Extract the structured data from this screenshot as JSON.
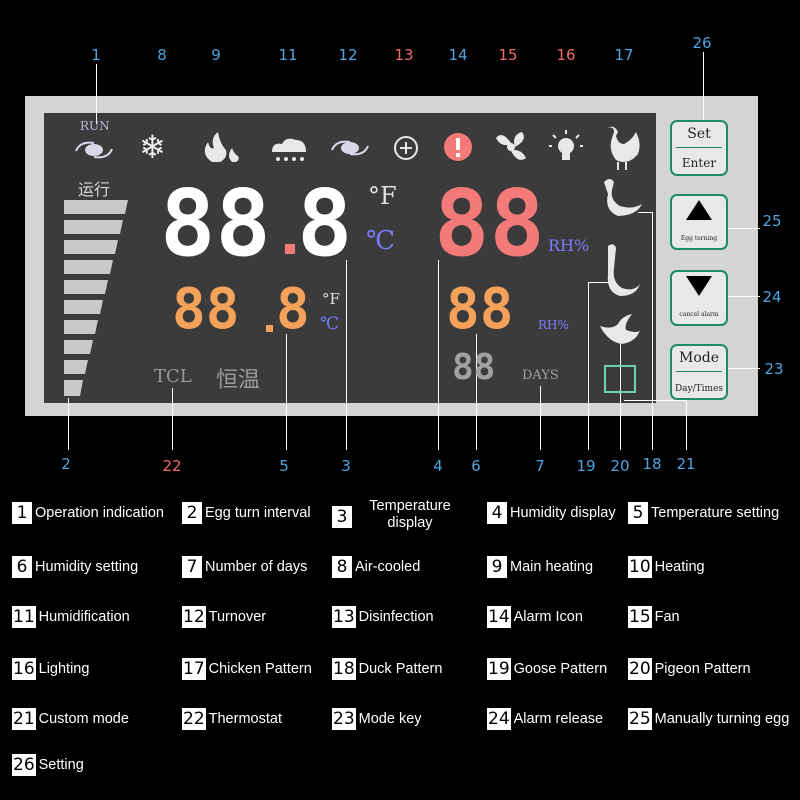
{
  "callouts": {
    "n1": "1",
    "n8": "8",
    "n9": "9",
    "n11": "11",
    "n12": "12",
    "n13": "13",
    "n14": "14",
    "n15": "15",
    "n16": "16",
    "n17": "17",
    "n26": "26",
    "n25": "25",
    "n24": "24",
    "n23": "23",
    "n2": "2",
    "n22": "22",
    "n5": "5",
    "n3": "3",
    "n4": "4",
    "n6": "6",
    "n7": "7",
    "n19": "19",
    "n20": "20",
    "n18": "18",
    "n21": "21"
  },
  "lcd": {
    "run_label": "RUN",
    "turn_label": "运行",
    "main_temp": "88",
    "main_temp_dec": "8",
    "temp_unit_f": "°F",
    "temp_unit_c": "℃",
    "main_hum": "88",
    "hum_unit": "RH%",
    "set_temp": "88",
    "set_temp_dec": "8",
    "set_temp_f": "°F",
    "set_temp_c": "℃",
    "set_hum": "88",
    "set_hum_unit": "RH%",
    "days": "88",
    "days_label": "DAYS",
    "tcl": "TCL",
    "thermostat_cn": "恒温",
    "colors": {
      "temp": "#ffffff",
      "humidity": "#f47a7a",
      "setting": "#f4a25a",
      "days": "#a0a0a0",
      "unit": "#7a7aff"
    }
  },
  "keys": {
    "set_top": "Set",
    "set_bottom": "Enter",
    "up_sub": "Egg terning",
    "down_sub": "cancel alarm",
    "mode_top": "Mode",
    "mode_bottom": "Day/Times"
  },
  "legend": [
    {
      "n": "1",
      "t": "Operation indication"
    },
    {
      "n": "2",
      "t": "Egg turn interval"
    },
    {
      "n": "3",
      "t": "Temperature display"
    },
    {
      "n": "4",
      "t": "Humidity display"
    },
    {
      "n": "5",
      "t": "Temperature setting"
    },
    {
      "n": "6",
      "t": "Humidity setting"
    },
    {
      "n": "7",
      "t": "Number of days"
    },
    {
      "n": "8",
      "t": "Air-cooled"
    },
    {
      "n": "9",
      "t": "Main heating"
    },
    {
      "n": "10",
      "t": "Heating"
    },
    {
      "n": "11",
      "t": "Humidification"
    },
    {
      "n": "12",
      "t": "Turnover"
    },
    {
      "n": "13",
      "t": "Disinfection"
    },
    {
      "n": "14",
      "t": "Alarm Icon"
    },
    {
      "n": "15",
      "t": "Fan"
    },
    {
      "n": "16",
      "t": "Lighting"
    },
    {
      "n": "17",
      "t": "Chicken Pattern"
    },
    {
      "n": "18",
      "t": "Duck Pattern"
    },
    {
      "n": "19",
      "t": "Goose Pattern"
    },
    {
      "n": "20",
      "t": "Pigeon Pattern"
    },
    {
      "n": "21",
      "t": "Custom mode"
    },
    {
      "n": "22",
      "t": "Thermostat"
    },
    {
      "n": "23",
      "t": "Mode key"
    },
    {
      "n": "24",
      "t": "Alarm release"
    },
    {
      "n": "25",
      "t": "Manually turning egg"
    },
    {
      "n": "26",
      "t": "Setting"
    }
  ]
}
